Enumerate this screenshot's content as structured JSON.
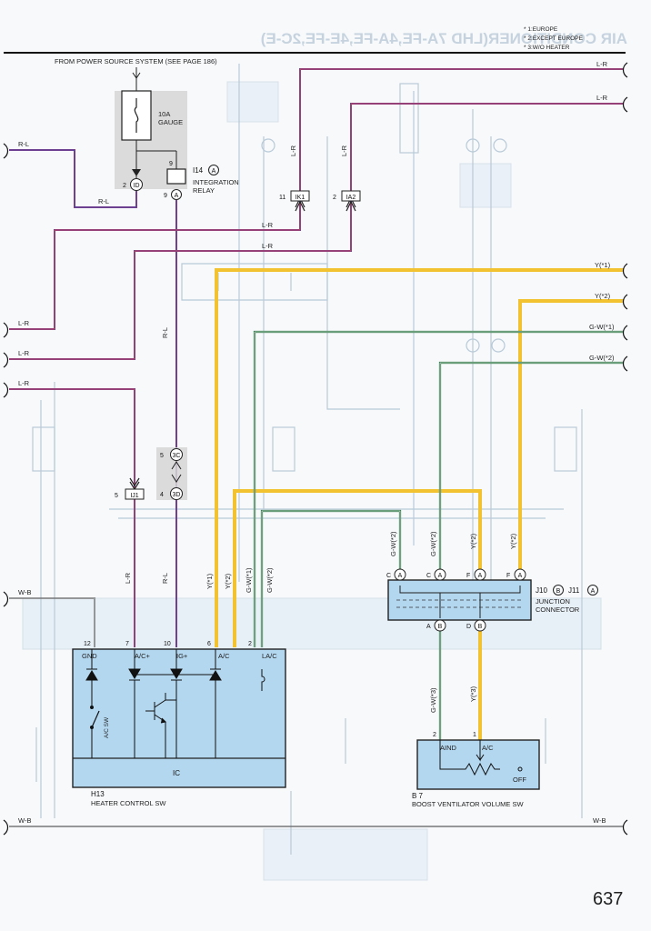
{
  "header": {
    "title_mirrored": "AIR CONDITIONER(LHD 7A-FE,4A-FE,4E-FE,2C-E)",
    "notes": [
      "* 1:EUROPE",
      "* 2:EXCEPT EUROPE",
      "* 3:W/O HEATER"
    ]
  },
  "power": {
    "source_label": "FROM POWER SOURCE SYSTEM (SEE PAGE 186)"
  },
  "fuse": {
    "rating": "10A",
    "name": "GAUGE"
  },
  "relay": {
    "code": "I14",
    "loc": "A",
    "name1": "INTEGRATION",
    "name2": "RELAY",
    "pin_top": "9",
    "pin_left": "9",
    "pin_left_conn": "A"
  },
  "junction_id": {
    "pin": "2",
    "conn": "ID"
  },
  "connectors": {
    "ik1": {
      "pin": "11",
      "name": "IK1"
    },
    "ia2": {
      "pin": "2",
      "name": "IA2"
    },
    "ij1": {
      "pin": "5",
      "name": "IJ1"
    },
    "c3": {
      "pin": "5",
      "name": "3C"
    },
    "d3": {
      "pin": "4",
      "name": "3D"
    }
  },
  "wire_labels": {
    "rl": "R-L",
    "lr": "L-R",
    "wb": "W-B",
    "y1": "Y(*1)",
    "y2": "Y(*2)",
    "y3": "Y(*3)",
    "gw1": "G-W(*1)",
    "gw2": "G-W(*2)",
    "gw3": "G-W(*3)"
  },
  "junction": {
    "code1": "J10",
    "loc1": "B",
    "code2": "J11",
    "loc2": "A",
    "name1": "JUNCTION",
    "name2": "CONNECTOR",
    "top_pins": [
      "C",
      "C",
      "F",
      "F"
    ],
    "top_pin_letter": "A",
    "bottom_pins": [
      "A",
      "D"
    ],
    "bottom_pin_letter": "B"
  },
  "heater": {
    "code": "H13",
    "name": "HEATER CONTROL SW",
    "pins": [
      "12",
      "7",
      "10",
      "6",
      "2"
    ],
    "terms": [
      "GND",
      "A/C+",
      "IG+",
      "A/C",
      "LA/C"
    ],
    "switch_label": "A/C SW",
    "ic_label": "IC"
  },
  "boost": {
    "code": "B 7",
    "name": "BOOST VENTILATOR VOLUME SW",
    "pins": [
      "2",
      "1"
    ],
    "terms": [
      "AIND",
      "A/C"
    ],
    "off_label": "OFF"
  },
  "page": {
    "number": "637"
  }
}
